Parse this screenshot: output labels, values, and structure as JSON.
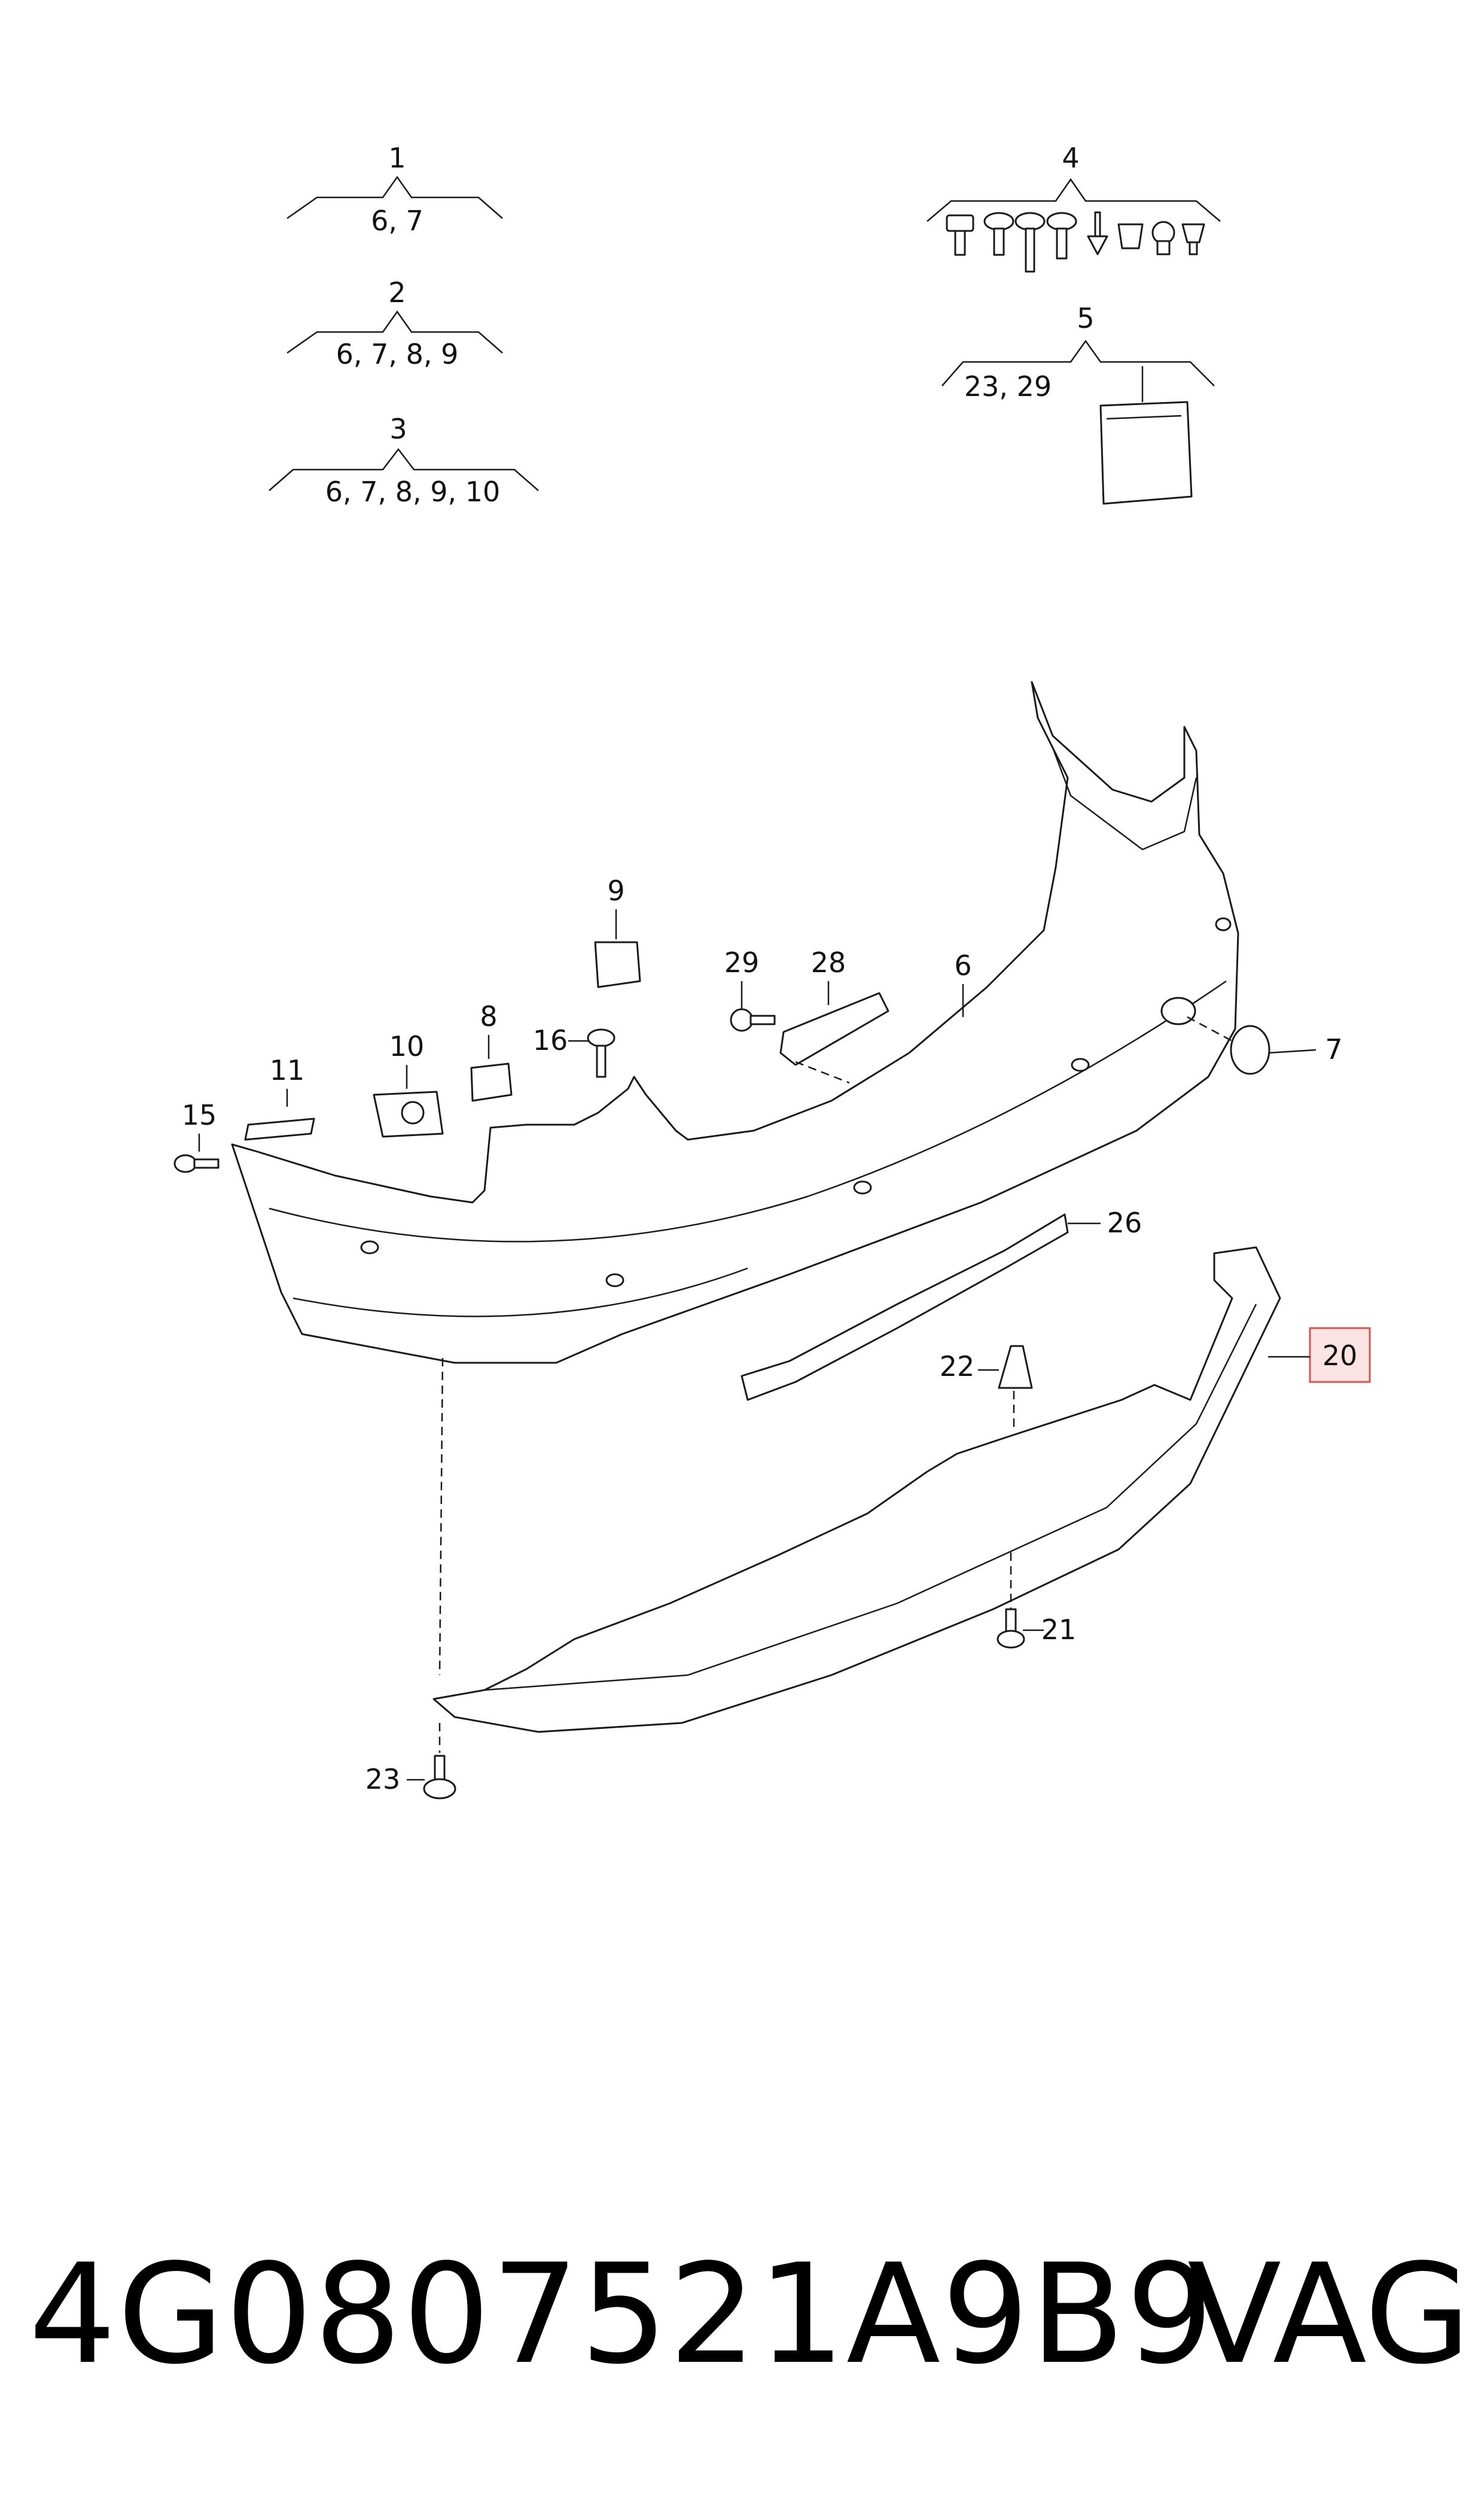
{
  "groups": [
    {
      "id": "1",
      "members": "6, 7"
    },
    {
      "id": "2",
      "members": "6, 7, 8, 9"
    },
    {
      "id": "3",
      "members": "6, 7, 8, 9, 10"
    },
    {
      "id": "4",
      "members": ""
    },
    {
      "id": "5",
      "members": "23, 29"
    }
  ],
  "callouts": {
    "c6": "6",
    "c7": "7",
    "c8": "8",
    "c9": "9",
    "c10": "10",
    "c11": "11",
    "c15": "15",
    "c16": "16",
    "c20": "20",
    "c21": "21",
    "c22": "22",
    "c23": "23",
    "c26": "26",
    "c28": "28",
    "c29": "29"
  },
  "highlight": {
    "callout": "20",
    "fill": "#fde4e4",
    "stroke": "#d9534f"
  },
  "footer": {
    "part_number": "4G0807521A9B9",
    "brand": "VAG"
  }
}
